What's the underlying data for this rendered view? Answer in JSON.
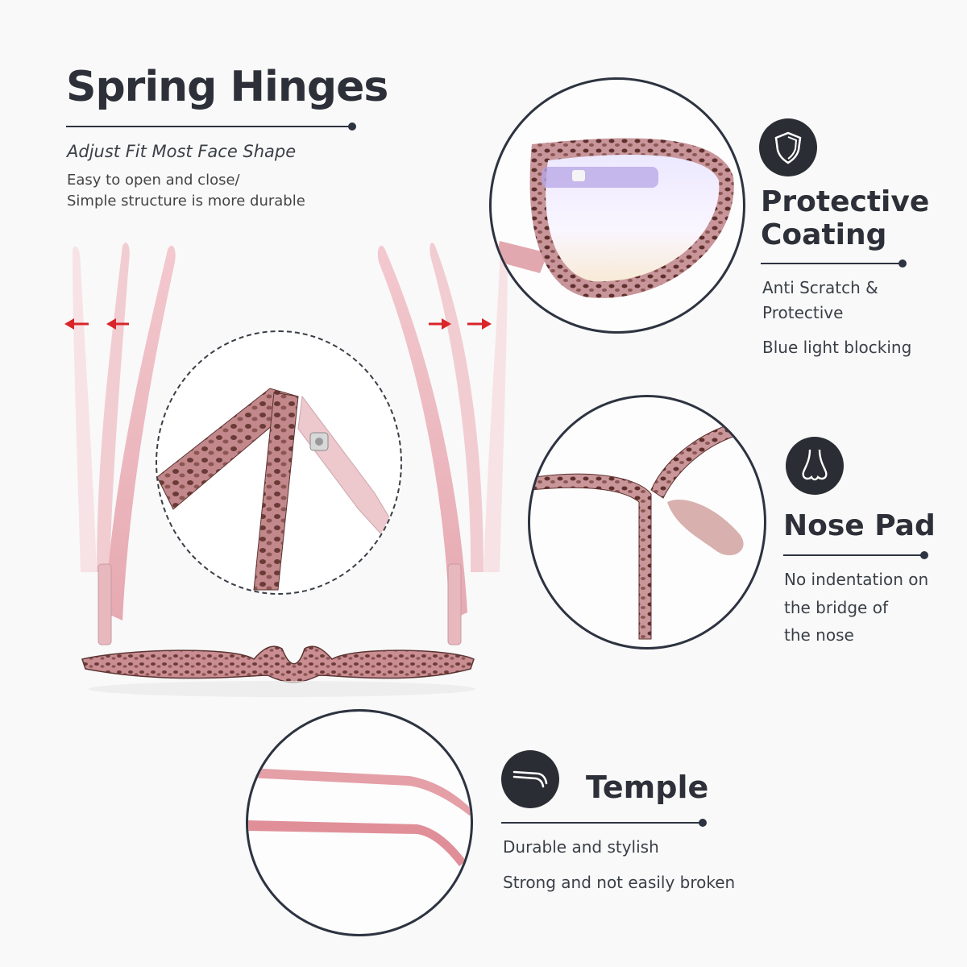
{
  "spring_hinges": {
    "title": "Spring Hinges",
    "subtitle": "Adjust Fit Most Face Shape",
    "desc_line1": "Easy to open and close/",
    "desc_line2": "Simple structure is more durable"
  },
  "protective_coating": {
    "title_line1": "Protective",
    "title_line2": "Coating",
    "line1": "Anti Scratch &",
    "line2": "Protective",
    "line3": "Blue light blocking",
    "icon": "shield-icon"
  },
  "nose_pad": {
    "title": "Nose Pad",
    "line1": "No indentation on",
    "line2": "the bridge of",
    "line3": "the nose",
    "icon": "nose-icon"
  },
  "temple": {
    "title": "Temple",
    "line1": "Durable and stylish",
    "line2": "Strong and not easily broken",
    "icon": "temple-arm-icon"
  },
  "colors": {
    "frame_pink": "#d99aa2",
    "tortoise": "#7a4a48",
    "arrow_red": "#d9252a",
    "dark": "#2d3038"
  }
}
